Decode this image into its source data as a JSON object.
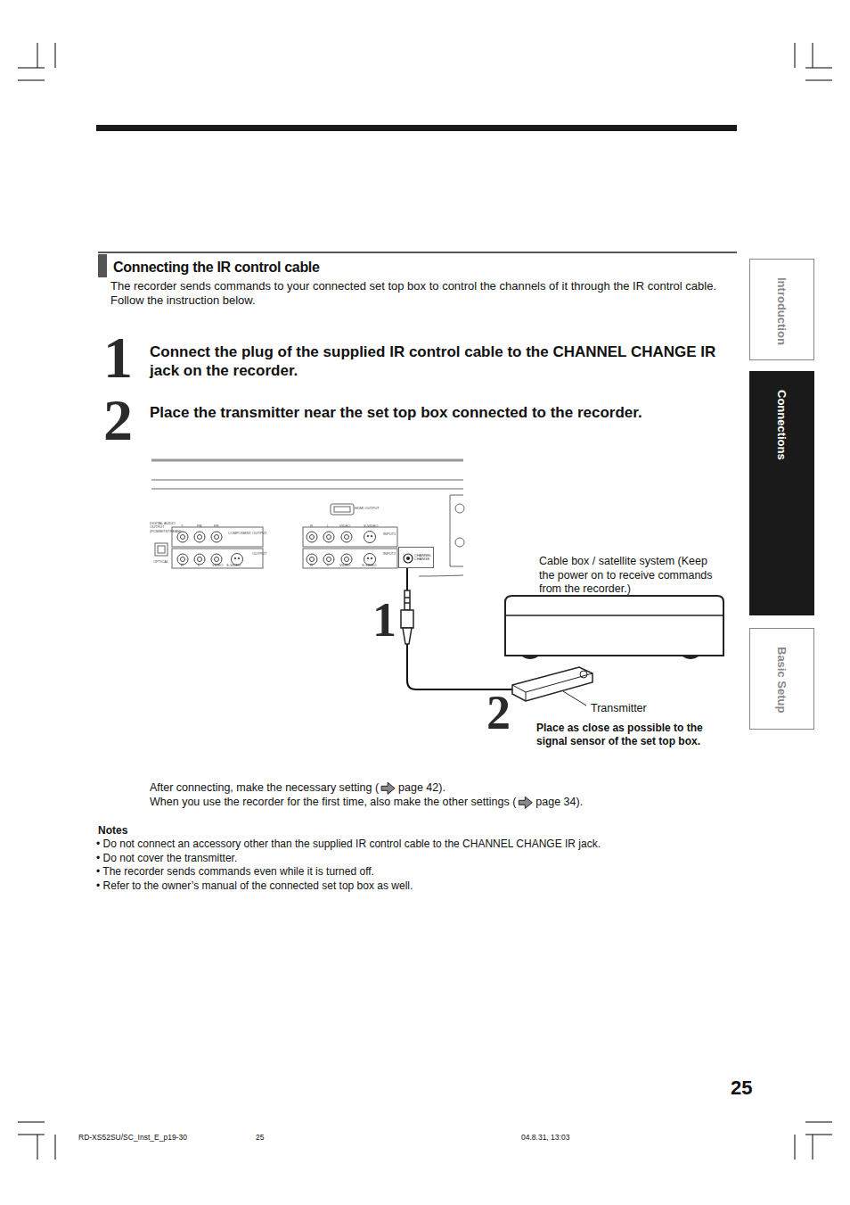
{
  "diagram": {
    "title": "Connecting the IR control cable",
    "nodes": [
      {
        "text": [
          "Introduction"
        ]
      },
      {
        "text": [
          "Connections"
        ]
      },
      {
        "text": [
          "Basic Setup"
        ]
      },
      {
        "text": [
          "CHANNEL CHANGE"
        ]
      },
      {
        "text": [
          "Cable box / satellite system (Keep the power on to receive commands from the recorder.)"
        ]
      },
      {
        "text": [
          "Transmitter"
        ]
      }
    ],
    "edges": [
      {
        "from": 3,
        "to": 5,
        "arrow": "none"
      }
    ],
    "labels": [
      "The recorder sends commands to your connected set top box to control the channels of it through the IR control cable. Follow the instruction below.",
      "1",
      "Connect the plug of the supplied IR control cable to the CHANNEL CHANGE IR jack on the recorder.",
      "2",
      "Place the transmitter near the set top box connected to the recorder.",
      "DIGITAL AUDIO OUTPUT (PCM/BITSTREAM)",
      "Y",
      "PB",
      "PR",
      "COMPONENT OUTPUT",
      "OPTICAL",
      "R",
      "L",
      "VIDEO",
      "S-VIDEO",
      "OUTPUT",
      "HDMI OUTPUT",
      "R",
      "L",
      "VIDEO",
      "S-VIDEO",
      "INPUT1",
      "R",
      "L",
      "VIDEO",
      "S-VIDEO",
      "INPUT2",
      "1",
      "2",
      "Place as close as possible to the signal sensor of the set top box.",
      "After connecting, make the necessary setting (",
      "page 42).",
      "When you use the recorder for the first time, also make the other settings (",
      "page 34).",
      "Notes",
      "• Do not connect an accessory other than the supplied IR control cable to the CHANNEL CHANGE IR jack.",
      "• Do not cover the transmitter.",
      "• The recorder sends commands even while it is turned off.",
      "• Refer to the owner’s manual of the connected set top box as well.",
      "25",
      "RD-XS52SU/SC_Inst_E_p19-30",
      "25",
      "04.8.31, 13:03"
    ]
  }
}
